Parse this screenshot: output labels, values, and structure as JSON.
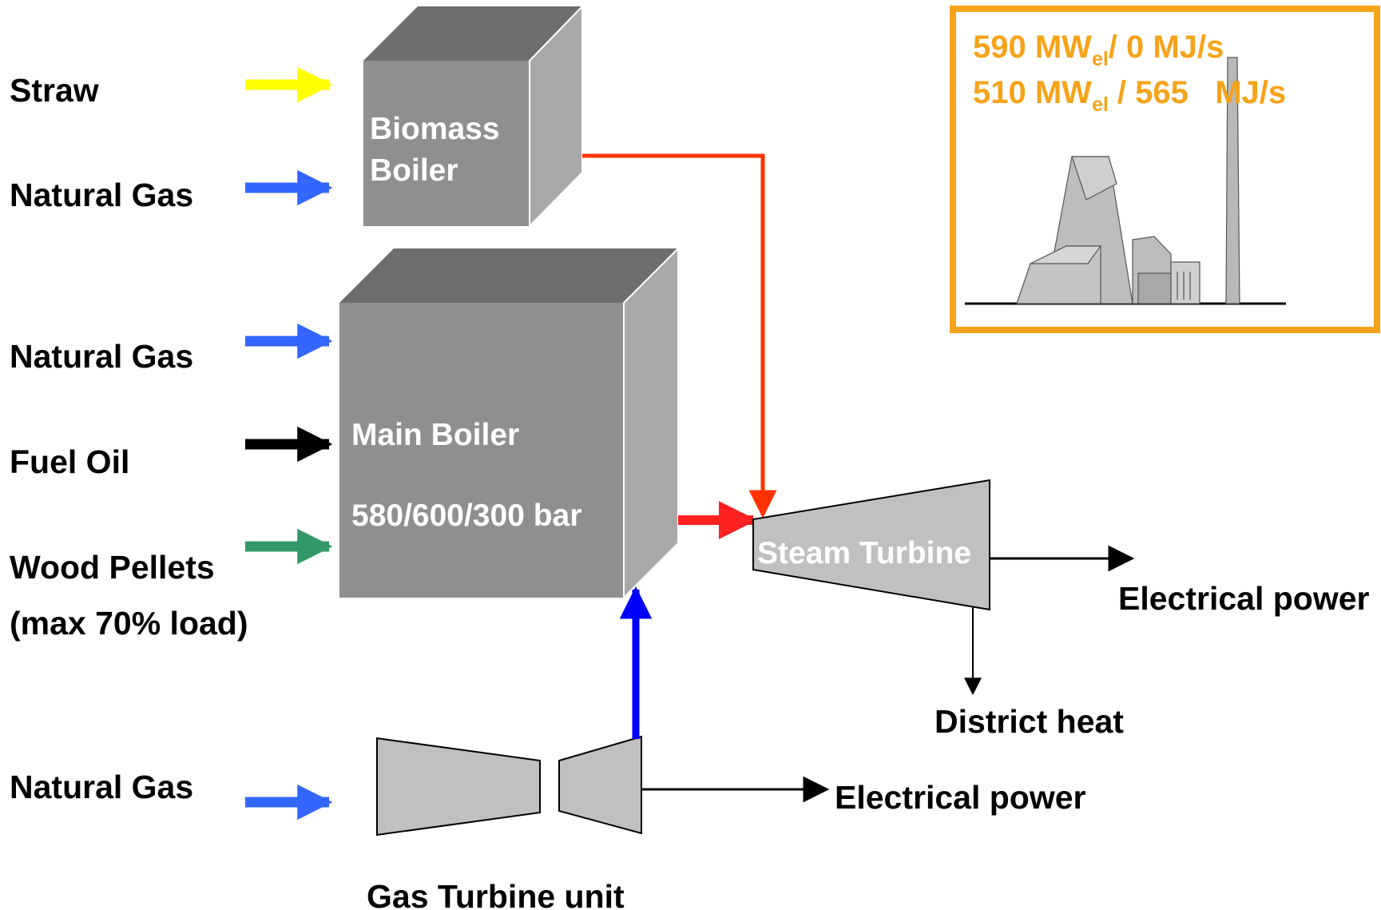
{
  "inputs": {
    "straw": "Straw",
    "natural_gas_biomass": "Natural Gas",
    "natural_gas_main": "Natural Gas",
    "fuel_oil": "Fuel Oil",
    "wood_pellets": "Wood Pellets",
    "wood_pellets_note": "(max 70% load)",
    "natural_gas_gt": "Natural Gas"
  },
  "components": {
    "biomass_boiler_line1": "Biomass",
    "biomass_boiler_line2": "Boiler",
    "main_boiler": "Main Boiler",
    "main_boiler_spec": "580/600/300 bar",
    "steam_turbine": "Steam Turbine",
    "gas_turbine_unit": "Gas Turbine unit"
  },
  "outputs": {
    "electrical_power_steam": "Electrical power",
    "district_heat": "District heat",
    "electrical_power_gas": "Electrical power"
  },
  "info_box": {
    "line1_value": "590 MW",
    "line1_sub": "el",
    "line1_rest": "/ 0 MJ/s",
    "line2_value": "510 MW",
    "line2_sub": "el",
    "line2_rest": " / 565   MJ/s"
  },
  "colors": {
    "straw_arrow": "#ffff00",
    "natural_gas_arrow": "#3366ff",
    "fuel_oil_arrow": "#000000",
    "wood_pellets_arrow": "#339966",
    "steam_line": "#ff3300",
    "gas_turbine_exhaust": "#0000ff",
    "info_border": "#f5a31a",
    "info_text": "#f5a31a"
  }
}
